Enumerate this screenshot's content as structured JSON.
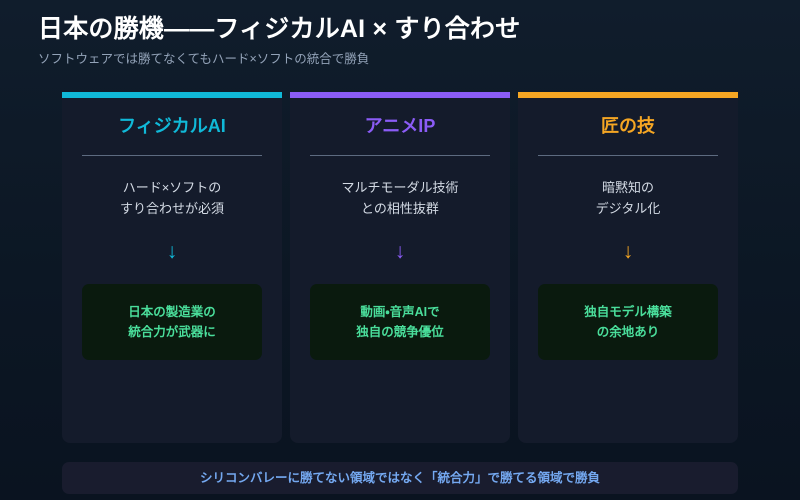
{
  "header": {
    "title": "日本の勝機——フィジカルAI × すり合わせ",
    "subtitle": "ソフトウェアでは勝てなくてもハード×ソフトの統合で勝負"
  },
  "cards": [
    {
      "title": "フィジカルAI",
      "accent_color": "#10b9d8",
      "description": "ハード×ソフトの\nすり合わせが必須",
      "arrow_icon": "↓",
      "highlight": "日本の製造業の\n統合力が武器に",
      "highlight_color": "#4ade9b",
      "highlight_bg": "#0a1a0e"
    },
    {
      "title": "アニメIP",
      "accent_color": "#8b5cf6",
      "description": "マルチモーダル技術\nとの相性抜群",
      "arrow_icon": "↓",
      "highlight": "動画・音声AIで\n独自の競争優位",
      "highlight_color": "#4ade9b",
      "highlight_bg": "#0a1a0e"
    },
    {
      "title": "匠の技",
      "accent_color": "#f5a623",
      "description": "暗黙知の\nデジタル化",
      "arrow_icon": "↓",
      "highlight": "独自モデル構築\nの余地あり",
      "highlight_color": "#4ade9b",
      "highlight_bg": "#0a1a0e"
    }
  ],
  "footer": {
    "text": "シリコンバレーに勝てない領域ではなく「統合力」で勝てる領域で勝負",
    "color": "#74a8f0"
  }
}
